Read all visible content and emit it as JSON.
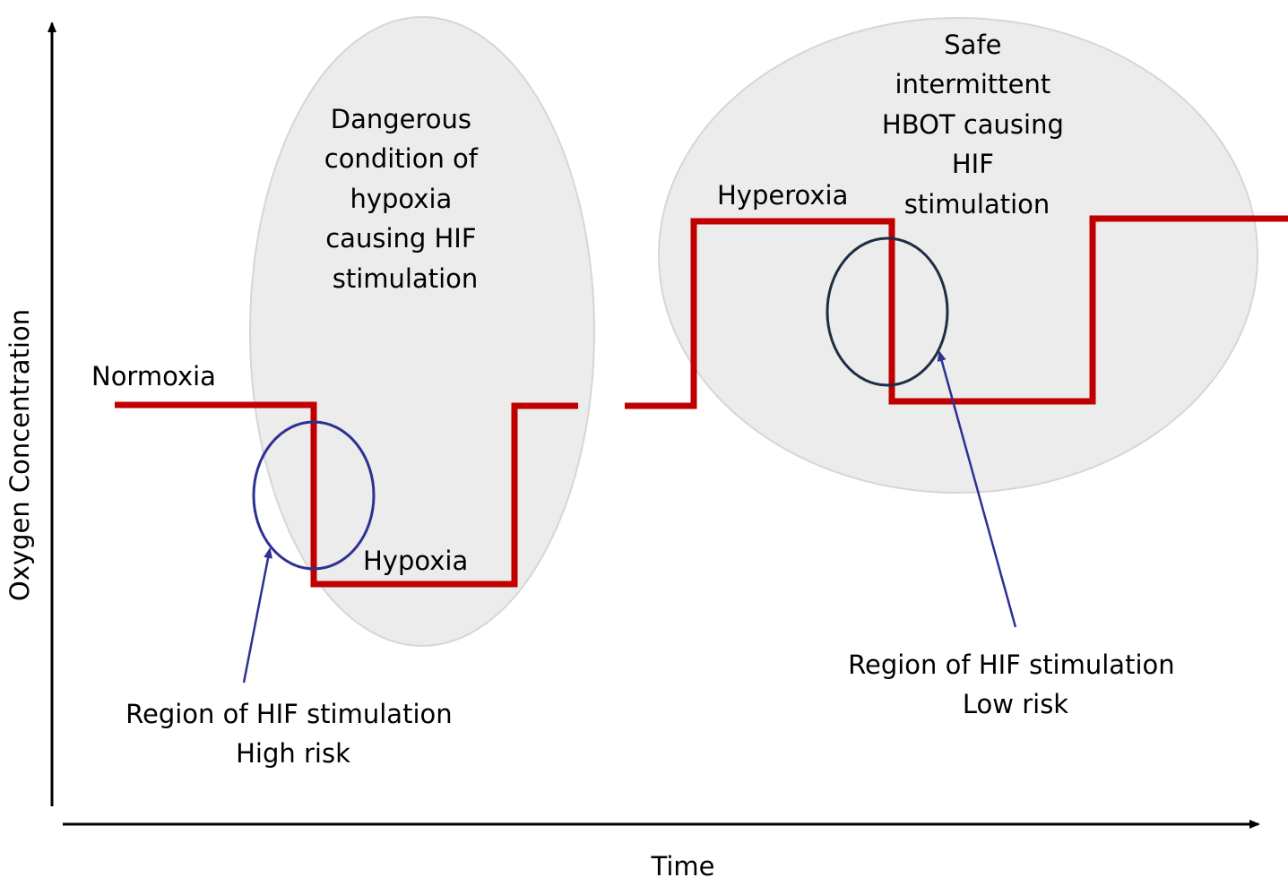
{
  "colors": {
    "signal": "#c00000",
    "risk_circle_high": "#2e3192",
    "risk_circle_low": "#1f2d45",
    "arrow": "#2e3192",
    "ellipse_fill": "#ececec",
    "ellipse_stroke": "#d6d6d6",
    "axis": "#000000"
  },
  "axes": {
    "y_label": "Oxygen Concentration",
    "x_label": "Time"
  },
  "levels": {
    "normoxia": "Normoxia",
    "hypoxia": "Hypoxia",
    "hyperoxia": "Hyperoxia"
  },
  "regions": {
    "dangerous": {
      "lines": [
        "Dangerous",
        "condition of",
        "hypoxia",
        "causing HIF",
        "stimulation"
      ]
    },
    "safe": {
      "lines": [
        "Safe",
        "intermittent",
        "HBOT causing",
        "HIF",
        "stimulation"
      ]
    }
  },
  "annotations": {
    "high_risk": {
      "line1": "Region of HIF stimulation",
      "line2": "High risk"
    },
    "low_risk": {
      "line1": "Region of HIF stimulation",
      "line2": "Low risk"
    }
  }
}
